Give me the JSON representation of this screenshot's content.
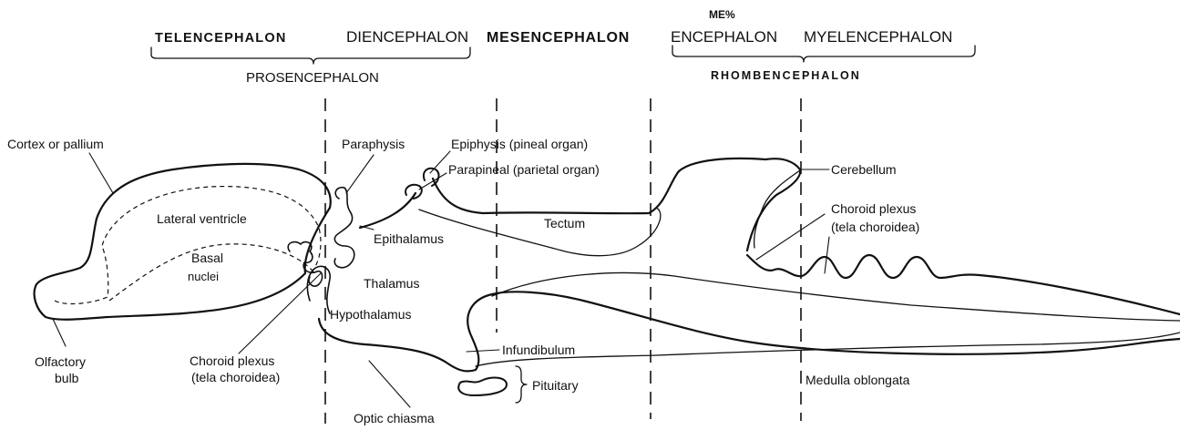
{
  "regions": {
    "telencephalon": "TELENCEPHALON",
    "diencephalon": "DIENCEPHALON",
    "mesencephalon": "MESENCEPHALON",
    "metencephalon_top": "ME%",
    "metencephalon_bottom": "ENCEPHALON",
    "myelencephalon": "MYELENCEPHALON",
    "prosencephalon": "PROSENCEPHALON",
    "rhombencephalon": "RHOMBENCEPHALON"
  },
  "parts": {
    "cortex": "Cortex or pallium",
    "lateral_ventricle": "Lateral ventricle",
    "basal_1": "Basal",
    "basal_2": "nuclei",
    "olfactory_1": "Olfactory",
    "olfactory_2": "bulb",
    "choroid_left_1": "Choroid plexus",
    "choroid_left_2": "(tela choroidea)",
    "paraphysis": "Paraphysis",
    "epiphysis": "Epiphysis (pineal organ)",
    "parapineal": "Parapineal (parietal organ)",
    "epithalamus": "Epithalamus",
    "thalamus": "Thalamus",
    "hypothalamus": "Hypothalamus",
    "tectum": "Tectum",
    "infundibulum": "Infundibulum",
    "pituitary": "Pituitary",
    "optic_chiasma": "Optic chiasma",
    "cerebellum": "Cerebellum",
    "choroid_right_1": "Choroid plexus",
    "choroid_right_2": "(tela choroidea)",
    "medulla": "Medulla oblongata"
  }
}
